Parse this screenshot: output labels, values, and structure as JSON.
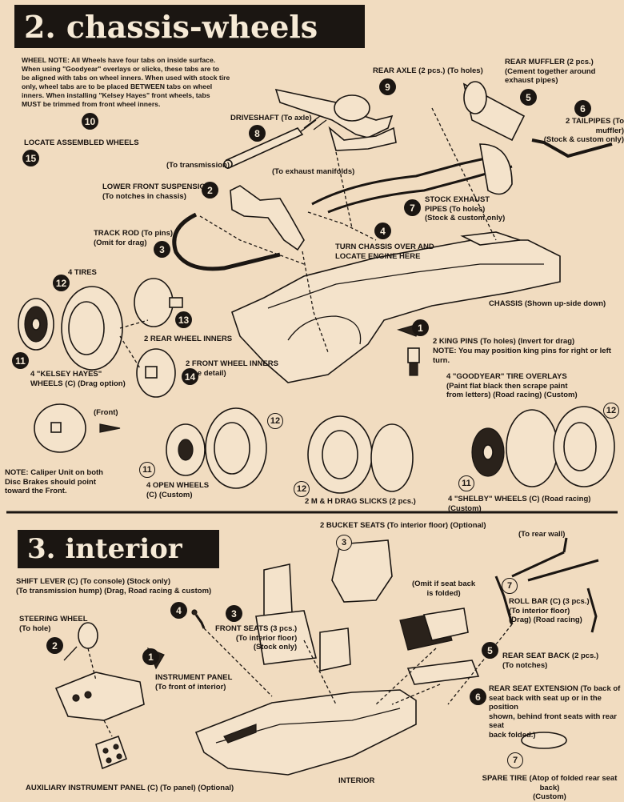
{
  "section2": {
    "title": "2. chassis-wheels",
    "wheel_note_head": "WHEEL NOTE:",
    "wheel_note_lines": [
      "All Wheels have four tabs on inside surface.",
      "When using \"Goodyear\" overlays or slicks, these tabs are to",
      "be aligned with tabs on wheel inners. When used with stock tire",
      "only, wheel tabs are to be placed BETWEEN tabs on wheel",
      "inners. When installing \"Kelsey Hayes\" front wheels, tabs",
      "MUST be trimmed from front wheel inners."
    ],
    "labels": {
      "locate_wheels": "LOCATE ASSEMBLED WHEELS",
      "driveshaft": "DRIVESHAFT (To axle)",
      "to_transmission": "(To transmission)",
      "rear_axle": "REAR AXLE (2 pcs.) (To holes)",
      "rear_muffler_1": "REAR MUFFLER (2 pcs.)",
      "rear_muffler_2": "(Cement together around",
      "rear_muffler_3": "exhaust pipes)",
      "tailpipes_1": "2 TAILPIPES (To muffler)",
      "tailpipes_2": "(Stock & custom only)",
      "to_exhaust_manifolds": "(To exhaust manifolds)",
      "lower_front_1": "LOWER FRONT SUSPENSION",
      "lower_front_2": "(To notches in chassis)",
      "stock_exhaust_1": "STOCK EXHAUST",
      "stock_exhaust_2": "PIPES (To holes)",
      "stock_exhaust_3": "(Stock & custom only)",
      "track_rod_1": "TRACK ROD (To pins)",
      "track_rod_2": "(Omit for drag)",
      "turn_chassis_1": "TURN CHASSIS OVER AND",
      "turn_chassis_2": "LOCATE ENGINE HERE",
      "tires": "4 TIRES",
      "chassis": "CHASSIS (Shown up-side down)",
      "rear_inners": "2 REAR WHEEL INNERS",
      "king_pins": "2 KING PINS (To holes) (Invert for drag)",
      "king_pins_note_head": "NOTE:",
      "king_pins_note": "You may position king pins for right or left turn.",
      "front_inners_1": "2 FRONT WHEEL INNERS",
      "front_inners_2": "(See detail)",
      "kelsey_1": "4 \"KELSEY HAYES\"",
      "kelsey_2": "WHEELS (C) (Drag option)",
      "goodyear_1": "4 \"GOODYEAR\" TIRE OVERLAYS",
      "goodyear_2": "(Paint flat black then scrape paint",
      "goodyear_3": "from letters) (Road racing) (Custom)",
      "front": "(Front)",
      "caliper_head": "NOTE:",
      "caliper_1": "Caliper Unit on both",
      "caliper_2": "Disc Brakes should point",
      "caliper_3": "toward the Front.",
      "open_wheels_1": "4 OPEN WHEELS",
      "open_wheels_2": "(C) (Custom)",
      "drag_slicks": "2 M & H DRAG SLICKS (2 pcs.)",
      "shelby": "4 \"SHELBY\" WHEELS (C)  (Road racing)  (Custom)"
    },
    "steps": {
      "s1": "1",
      "s2": "2",
      "s3": "3",
      "s4": "4",
      "s5": "5",
      "s6": "6",
      "s7": "7",
      "s8": "8",
      "s9": "9",
      "s10": "10",
      "s11": "11",
      "s12": "12",
      "s13": "13",
      "s14": "14",
      "s15": "15"
    }
  },
  "section3": {
    "title": "3. interior",
    "labels": {
      "bucket_seats": "2 BUCKET SEATS (To interior floor) (Optional)",
      "to_rear_wall": "(To rear wall)",
      "shift_lever_1": "SHIFT LEVER (C) (To console) (Stock only)",
      "shift_lever_2": "(To transmission hump) (Drag, Road racing & custom)",
      "omit_1": "(Omit if seat back",
      "omit_2": "is folded)",
      "roll_bar_1": "ROLL BAR (C) (3 pcs.)",
      "roll_bar_2": "(To interior floor)",
      "roll_bar_3": "(Drag)  (Road racing)",
      "steering_1": "STEERING WHEEL",
      "steering_2": "(To hole)",
      "front_seats_1": "FRONT SEATS (3 pcs.)",
      "front_seats_2": "(To interior floor)",
      "front_seats_3": "(Stock only)",
      "rear_seat_back_1": "REAR SEAT BACK (2 pcs.)",
      "rear_seat_back_2": "(To notches)",
      "instrument_1": "INSTRUMENT PANEL",
      "instrument_2": "(To front of interior)",
      "rear_ext_1": "REAR SEAT EXTENSION (To back of",
      "rear_ext_2": "seat back with seat up or in the position",
      "rear_ext_3": "shown, behind front seats with rear seat",
      "rear_ext_4": "back folded.)",
      "interior": "INTERIOR",
      "aux_panel": "AUXILIARY INSTRUMENT PANEL (C) (To panel) (Optional)",
      "spare_1": "SPARE TIRE (Atop of folded rear seat back)",
      "spare_2": "(Custom)"
    },
    "steps": {
      "s1": "1",
      "s2": "2",
      "s3": "3",
      "s3b": "3",
      "s4": "4",
      "s5": "5",
      "s6": "6",
      "s7": "7",
      "s7b": "7"
    }
  },
  "colors": {
    "paper": "#f1dcc0",
    "ink": "#1b1612"
  }
}
